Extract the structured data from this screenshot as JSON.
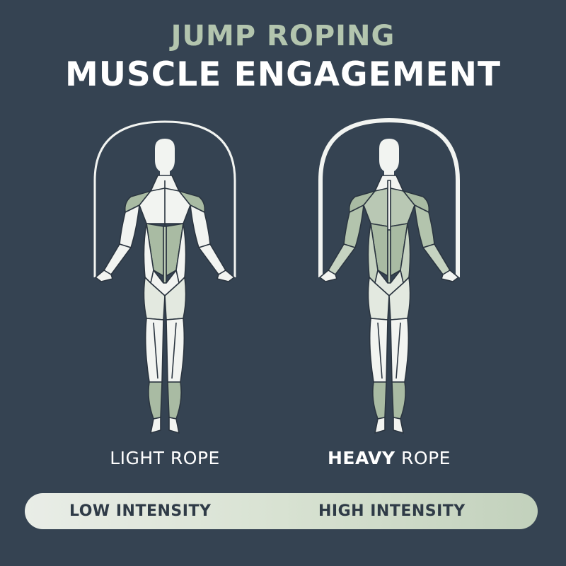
{
  "header": {
    "subtitle": "JUMP ROPING",
    "title": "MUSCLE ENGAGEMENT"
  },
  "colors": {
    "background": "#354352",
    "accent_green": "#b3c5ae",
    "muscle_fill": "#a9bba3",
    "body_white": "#f2f4f1",
    "outline": "#2b3540"
  },
  "figures": [
    {
      "id": "light",
      "label_bold": "",
      "label_light": "LIGHT ",
      "label_rest": "ROPE",
      "rope_icon": "jump-rope-thin",
      "highlighted_muscles": [
        "shoulders",
        "lats",
        "lower back",
        "calves"
      ]
    },
    {
      "id": "heavy",
      "label_bold": "HEAVY",
      "label_rest": " ROPE",
      "rope_icon": "jump-rope-thick",
      "highlighted_muscles": [
        "shoulders",
        "traps",
        "arms",
        "forearms",
        "lats",
        "lower back",
        "calves"
      ]
    }
  ],
  "intensity_bar": {
    "low": "LOW INTENSITY",
    "high": "HIGH INTENSITY"
  }
}
